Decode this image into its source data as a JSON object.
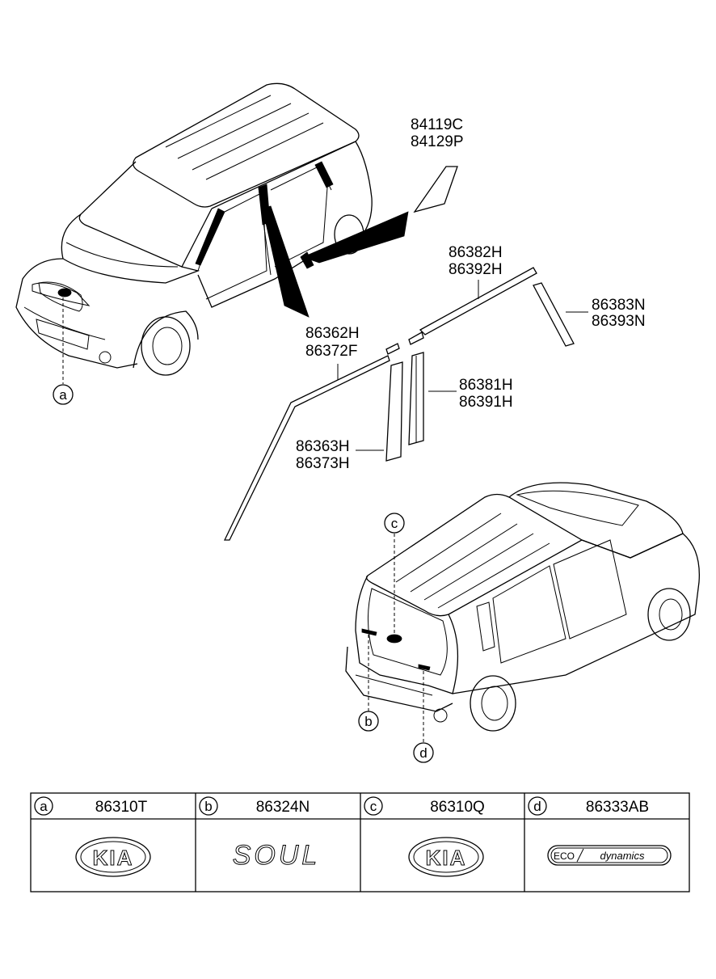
{
  "parts": {
    "p84119c": "84119C",
    "p84129p": "84129P",
    "p86382h": "86382H",
    "p86392h": "86392H",
    "p86383n": "86383N",
    "p86393n": "86393N",
    "p86362h": "86362H",
    "p86372f": "86372F",
    "p86381h": "86381H",
    "p86391h": "86391H",
    "p86363h": "86363H",
    "p86373h": "86373H"
  },
  "callouts": {
    "a": "a",
    "b": "b",
    "c": "c",
    "d": "d"
  },
  "table": {
    "cells": [
      {
        "letter": "a",
        "part": "86310T",
        "emblem": "KIA"
      },
      {
        "letter": "b",
        "part": "86324N",
        "emblem": "SOUL"
      },
      {
        "letter": "c",
        "part": "86310Q",
        "emblem": "KIA"
      },
      {
        "letter": "d",
        "part": "86333AB",
        "emblem_left": "ECO",
        "emblem_right": "dynamics"
      }
    ]
  }
}
